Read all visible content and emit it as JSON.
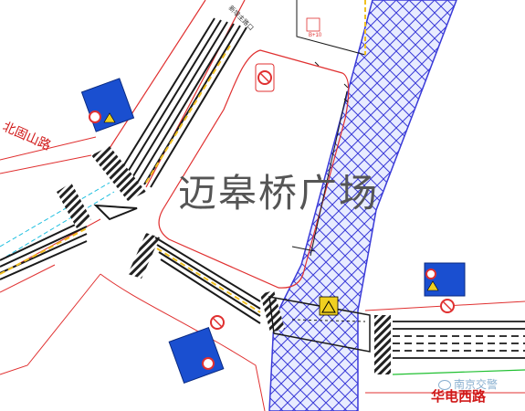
{
  "plaza": {
    "name": "迈皋桥广场"
  },
  "roads": {
    "northwest": "北固山路",
    "southeast": "华电西路",
    "north_small_label": "新增主路口"
  },
  "watermark": {
    "text": "南京交警"
  },
  "markers": {
    "small_label": "B+10"
  },
  "colors": {
    "rail_hatch": "#3a3ad8",
    "road_edge_red": "#e03030",
    "road_edge_cyan": "#20c0e0",
    "center_line_yellow": "#f0c020",
    "sign_blue": "#1a4fd0",
    "green_line": "#20c030",
    "label_red": "#d01818"
  }
}
